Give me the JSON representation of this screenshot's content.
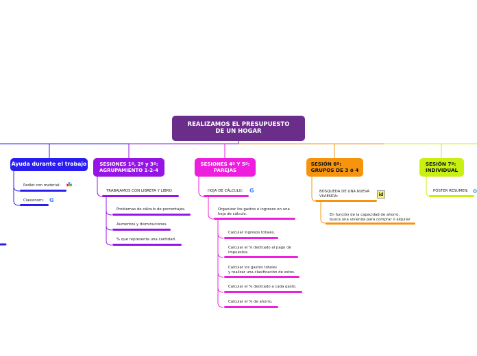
{
  "colors": {
    "root": "#6b2d8a",
    "blue": "#2a1df0",
    "purple": "#9615e6",
    "pink": "#ee1ede",
    "orange": "#f7940e",
    "lime": "#c8f010"
  },
  "root": {
    "label": "REALIZAMOS EL PRESUPUESTO\nDE UN HOGAR"
  },
  "branches": [
    {
      "label": "Ayuda durante el trabajo",
      "items": [
        {
          "label": "Padlet con material:",
          "icon": "padlet-icon"
        },
        {
          "label": "Classroom:",
          "icon": "google-icon"
        }
      ]
    },
    {
      "label": "SESIONES 1º, 2º y 3º:\nAGRUPAMIENTO 1-2-4",
      "items": [
        {
          "label": "TRABAJAMOS CON LIBRETA Y LIBRO",
          "children": [
            {
              "label": "Problemas de cálculo de porcentajes."
            },
            {
              "label": "Aumentos y disminuciones."
            },
            {
              "label": "% que representa una cantidad."
            }
          ]
        }
      ]
    },
    {
      "label": "SESIONES 4º Y 5º:\nPAREJAS",
      "items": [
        {
          "label": "HOJA DE CÁLCULO:",
          "icon": "google-icon",
          "children": [
            {
              "label": "Organizar los gastos e ingresos en una\nhoja de cálculo.",
              "children": [
                {
                  "label": "Calcular ingresos totales."
                },
                {
                  "label": "Calcular el % dedicado al pago de\nimpuestos."
                },
                {
                  "label": "Calcular los gastos totales\ny realizar una clasificación de estos."
                },
                {
                  "label": "Calcular el % dedicado a cada gasto."
                },
                {
                  "label": "Calcular el % de ahorro."
                }
              ]
            }
          ]
        }
      ]
    },
    {
      "label": "SESIÓN 6º:\nGRUPOS DE 3 ó 4",
      "items": [
        {
          "label": "BÚSQUEDA DE UNA NUEVA\nVIVIENDA:",
          "icon": "id-icon",
          "children": [
            {
              "label": "En función de la capacidad de ahorro,\nbusca una vivienda para comprar o alquilar"
            }
          ]
        }
      ]
    },
    {
      "label": "SESIÓN 7º:\nINDIVIDUAL",
      "items": [
        {
          "label": "PÓSTER RESUMEN:",
          "icon": "canva-icon"
        }
      ]
    }
  ],
  "icons": {
    "google": "G",
    "id": "id"
  }
}
